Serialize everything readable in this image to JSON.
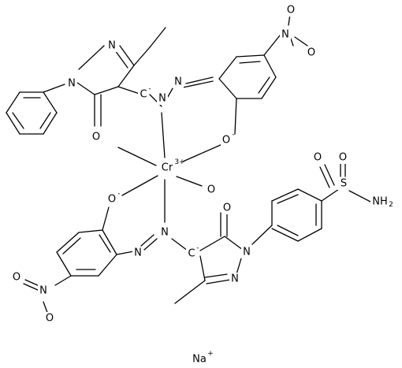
{
  "figure": {
    "atom_labels": {
      "n": "N",
      "o": "O",
      "o_minus": "O",
      "minus": "-",
      "c": "C",
      "cr": "Cr",
      "cr_charge": "3+",
      "s": "S",
      "nh2": "NH",
      "nh2_sub": "2"
    },
    "counter_ion": {
      "element": "Na",
      "charge": "+"
    }
  }
}
